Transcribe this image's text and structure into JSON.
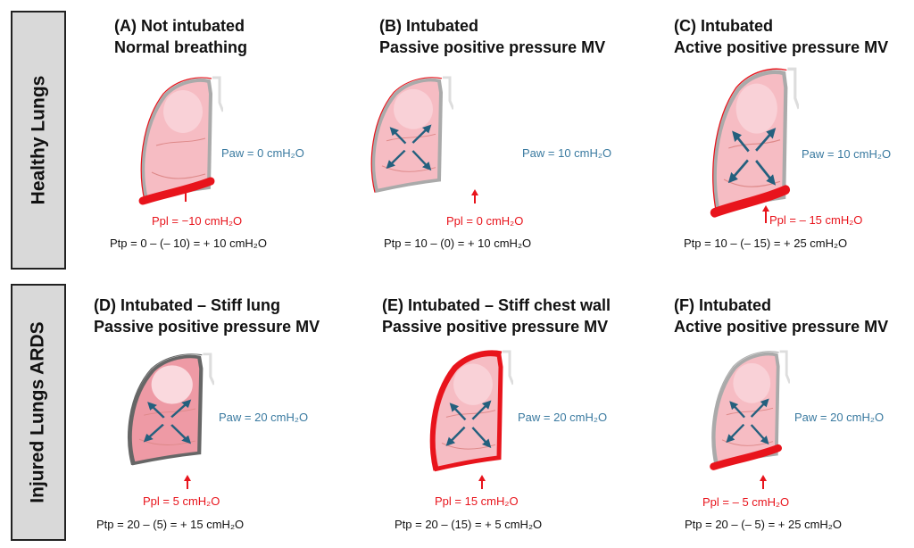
{
  "rows": [
    {
      "label": "Healthy Lungs"
    },
    {
      "label": "Injured Lungs ARDS"
    }
  ],
  "panels": [
    {
      "title1": "(A) Not intubated",
      "title2": "Normal breathing",
      "paw": "Paw = 0 cmH₂O",
      "ppl": "Ppl = −10 cmH₂O",
      "ptp": "Ptp = 0 – (– 10) = + 10 cmH₂O"
    },
    {
      "title1": "(B) Intubated",
      "title2": "Passive positive pressure MV",
      "paw": "Paw = 10 cmH₂O",
      "ppl": "Ppl = 0 cmH₂O",
      "ptp": "Ptp = 10 – (0) = + 10 cmH₂O"
    },
    {
      "title1": "(C) Intubated",
      "title2": "Active positive pressure MV",
      "paw": "Paw = 10 cmH₂O",
      "ppl": "Ppl = – 15 cmH₂O",
      "ptp": "Ptp = 10 – (– 15) = + 25 cmH₂O"
    },
    {
      "title1": "(D) Intubated – Stiff lung",
      "title2": "Passive positive pressure MV",
      "paw": "Paw = 20 cmH₂O",
      "ppl": "Ppl = 5 cmH₂O",
      "ptp": "Ptp = 20 – (5) = + 15 cmH₂O"
    },
    {
      "title1": "(E) Intubated – Stiff chest wall",
      "title2": "Passive positive pressure MV",
      "paw": "Paw = 20 cmH₂O",
      "ppl": "Ppl = 15 cmH₂O",
      "ptp": "Ptp = 20 – (15) = + 5 cmH₂O"
    },
    {
      "title1": "(F) Intubated",
      "title2": "Active positive pressure MV",
      "paw": "Paw = 20 cmH₂O",
      "ppl": "Ppl = – 5 cmH₂O",
      "ptp": "Ptp = 20 – (– 5) = + 25 cmH₂O"
    }
  ],
  "colors": {
    "paw": "#3a7aa0",
    "ppl": "#e8141c",
    "lung": "#f4b6bd",
    "pleura": "#aaaaaa",
    "arrow": "#24607e"
  }
}
